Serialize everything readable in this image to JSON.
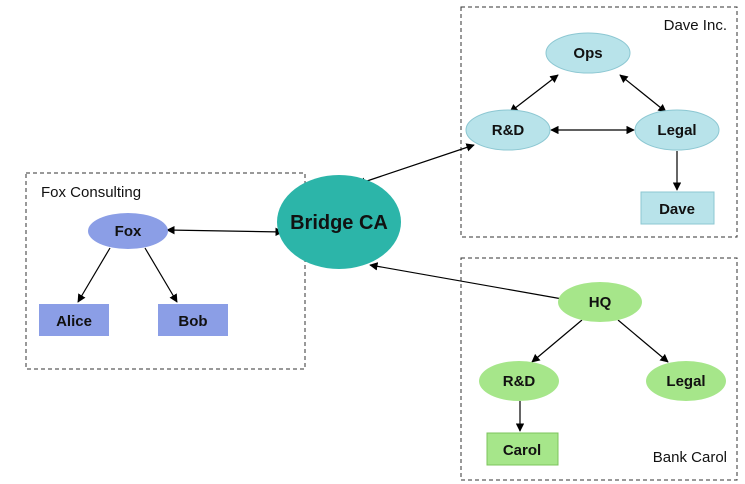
{
  "groups": {
    "fox": {
      "label": "Fox Consulting"
    },
    "dave": {
      "label": "Dave Inc."
    },
    "bank": {
      "label": "Bank Carol"
    }
  },
  "nodes": {
    "bridge": {
      "label": "Bridge CA"
    },
    "fox": {
      "label": "Fox"
    },
    "alice": {
      "label": "Alice"
    },
    "bob": {
      "label": "Bob"
    },
    "ops": {
      "label": "Ops"
    },
    "dave_rd": {
      "label": "R&D"
    },
    "dave_legal": {
      "label": "Legal"
    },
    "dave": {
      "label": "Dave"
    },
    "hq": {
      "label": "HQ"
    },
    "bank_rd": {
      "label": "R&D"
    },
    "bank_legal": {
      "label": "Legal"
    },
    "carol": {
      "label": "Carol"
    }
  },
  "colors": {
    "bridge_fill": "#2cb5a9",
    "fox_fill": "#8b9ee6",
    "dave_fill": "#b8e3ea",
    "bank_fill": "#a6e68a"
  }
}
